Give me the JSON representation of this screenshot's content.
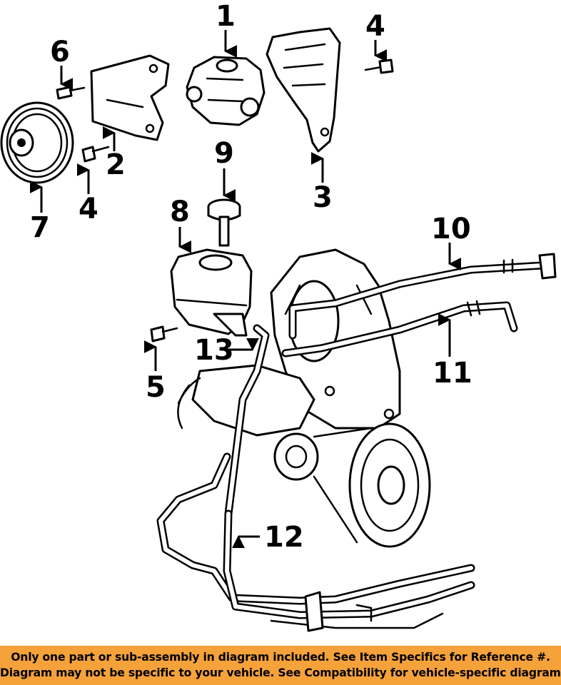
{
  "callouts": {
    "c1": "1",
    "c2": "2",
    "c3": "3",
    "c4a": "4",
    "c4b": "4",
    "c5": "5",
    "c6": "6",
    "c7": "7",
    "c8": "8",
    "c9": "9",
    "c10": "10",
    "c11": "11",
    "c12": "12",
    "c13": "13"
  },
  "notice": {
    "line1": "Only one part or sub-assembly in diagram included. See Item Specifics for Reference #.",
    "line2": "Diagram may not be specific to your vehicle. See Compatibility for vehicle-specific diagrams."
  },
  "colors": {
    "notice_bg": "#f5a23b",
    "ink": "#000000"
  }
}
